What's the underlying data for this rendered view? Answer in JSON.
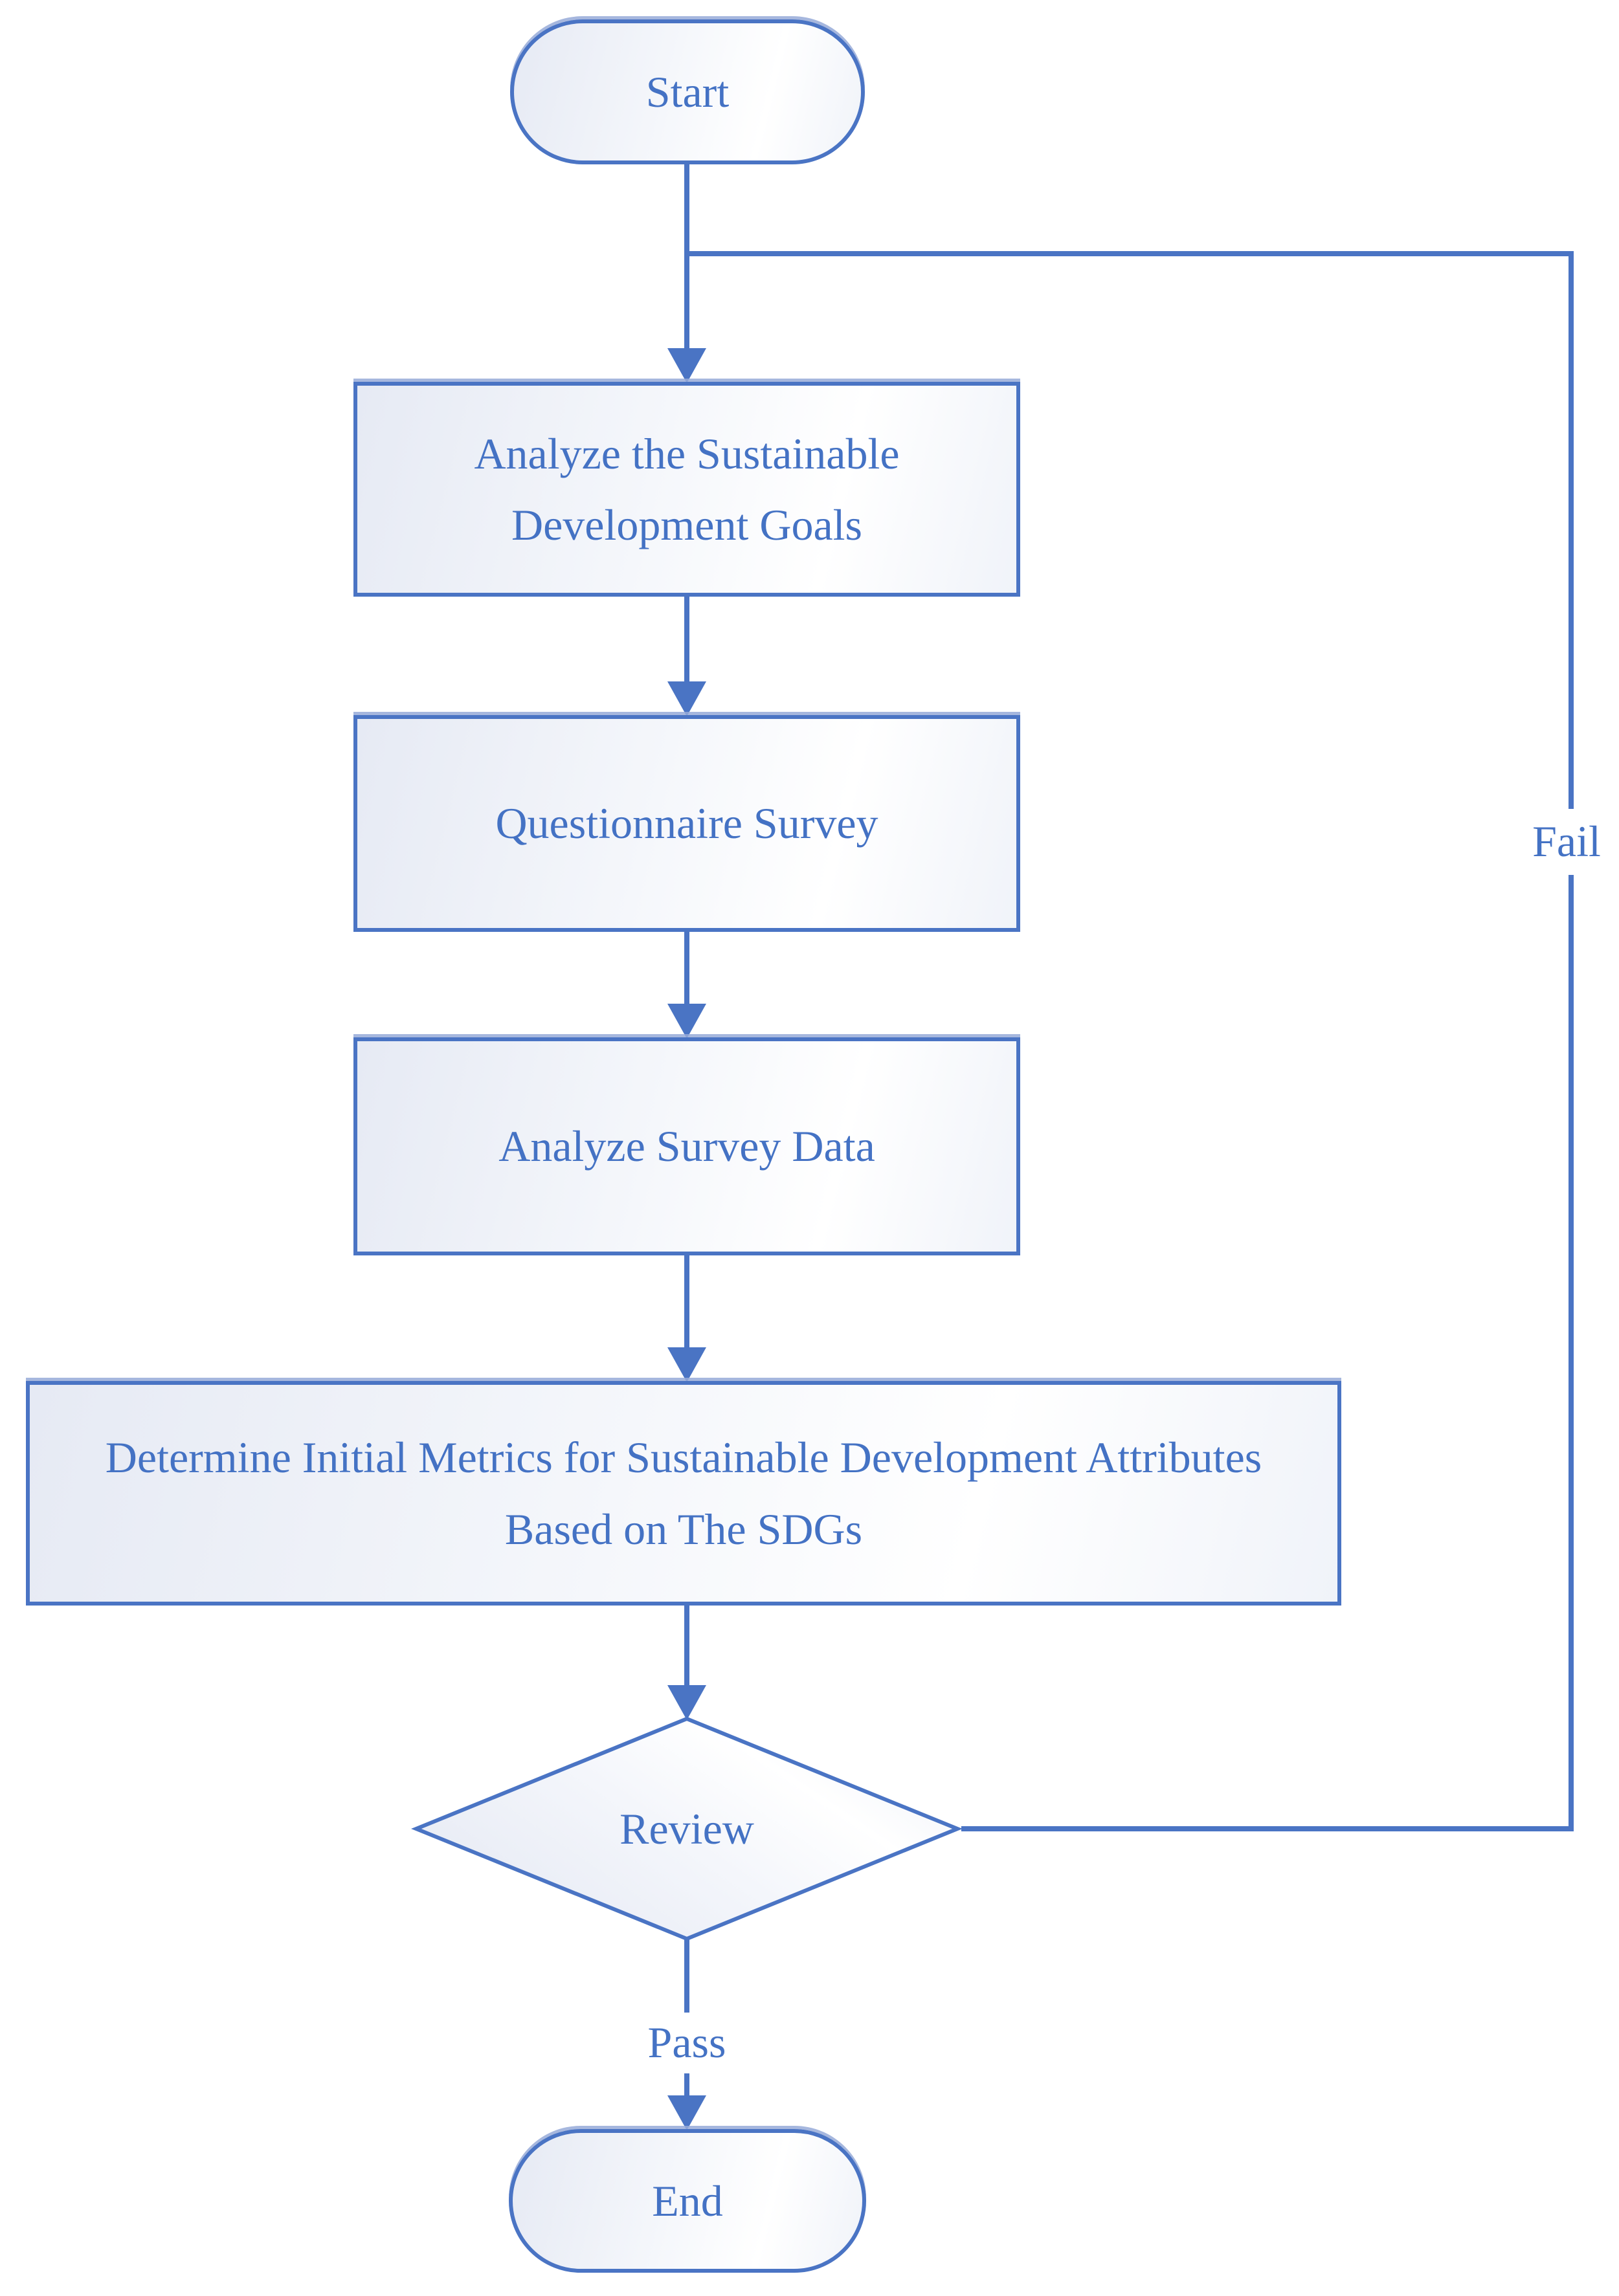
{
  "flowchart": {
    "nodes": {
      "start": {
        "label": "Start",
        "type": "terminator"
      },
      "analyze_sdgs": {
        "label": "Analyze the Sustainable Development Goals",
        "type": "process"
      },
      "questionnaire_survey": {
        "label": "Questionnaire Survey",
        "type": "process"
      },
      "analyze_survey_data": {
        "label": "Analyze Survey Data",
        "type": "process"
      },
      "determine_metrics": {
        "label": "Determine Initial Metrics for Sustainable Development Attributes Based on The SDGs",
        "type": "process"
      },
      "review": {
        "label": "Review",
        "type": "decision"
      },
      "end": {
        "label": "End",
        "type": "terminator"
      }
    },
    "edge_labels": {
      "fail": "Fail",
      "pass": "Pass"
    },
    "colors": {
      "accent_stroke": "#4a74c4",
      "text": "#4472c4",
      "fill_tint": "#e6eaf4",
      "fill_white": "#ffffff",
      "background": "#ffffff"
    }
  }
}
